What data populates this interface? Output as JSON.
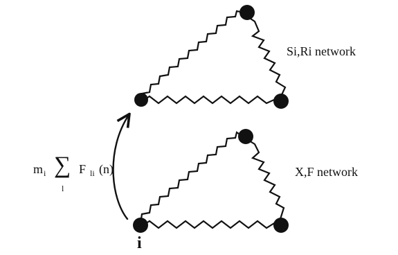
{
  "networks": {
    "top": {
      "label": "Si,Ri network"
    },
    "bottom": {
      "label": "X,F network"
    }
  },
  "node_label": "i",
  "force_expression": {
    "mass": "m",
    "mass_subscript": "i",
    "sum_symbol": "∑",
    "sum_index": "l",
    "force": "F",
    "force_subscript": "li",
    "argument": "(n)"
  }
}
